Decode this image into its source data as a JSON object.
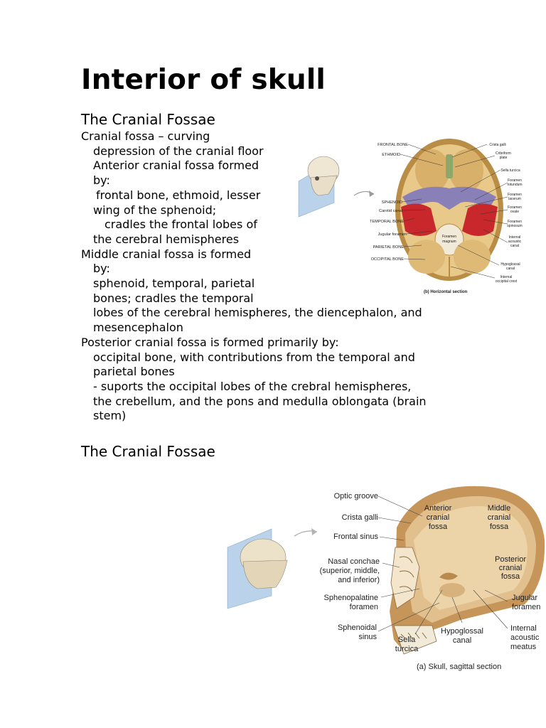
{
  "title": "Interior of skull",
  "section1_heading": "The Cranial Fossae",
  "section2_heading": "The Cranial Fossae",
  "body_lines": [
    "Cranial fossa – curving",
    "depression of the cranial floor",
    "Anterior cranial fossa formed",
    "by:",
    "frontal bone, ethmoid, lesser",
    "wing of the sphenoid;",
    "cradles the frontal lobes of",
    "the cerebral hemispheres",
    "Middle cranial fossa is formed",
    "by:",
    "sphenoid, temporal, parietal",
    "bones; cradles the temporal",
    "lobes of the cerebral hemispheres, the diencephalon, and",
    "mesencephalon",
    "Posterior cranial fossa is formed primarily by:",
    "occipital bone, with contributions from the temporal and",
    "parietal bones",
    "- suports the occipital lobes of the crebral hemispheres,",
    "the crebellum, and the pons and medulla oblongata (brain",
    "stem)"
  ],
  "figure1": {
    "left_labels": [
      "FRONTAL BONE",
      "ETHMOID",
      "SPHENOID",
      "Carotid canal",
      "TEMPORAL BONE",
      "Jugular foramen",
      "PARIETAL BONE",
      "OCCIPITAL BONE"
    ],
    "right_labels": [
      "Crista galli",
      "Cribriform",
      "plate",
      "Sella turcica",
      "Foramen",
      "rotundum",
      "Foramen",
      "lacerum",
      "Foramen",
      "ovale",
      "Foramen",
      "spinosum",
      "Internal",
      "acoustic",
      "canal",
      "Hypoglossal",
      "canal",
      "Internal",
      "occipital crest"
    ],
    "center_label": [
      "Foramen",
      "magnum"
    ],
    "caption": "(b) Horizontal section"
  },
  "figure2": {
    "left_labels": [
      "Optic groove",
      "Crista galli",
      "Frontal sinus",
      "Nasal conchae",
      "(superior, middle,",
      "and inferior)",
      "Sphenopalatine",
      "foramen",
      "Sphenoidal",
      "sinus"
    ],
    "bottom_labels": [
      "Sella",
      "turcica",
      "Hypoglossal",
      "canal"
    ],
    "right_labels": [
      "Jugular",
      "foramen",
      "Internal",
      "acoustic",
      "meatus"
    ],
    "region_labels": [
      "Anterior",
      "cranial",
      "fossa",
      "Middle",
      "cranial",
      "fossa",
      "Posterior",
      "cranial",
      "fossa"
    ],
    "caption": "(a) Skull, sagittal section"
  },
  "colors": {
    "bone": "#e8c98a",
    "bone_dark": "#b98d45",
    "sphenoid": "#8a80b8",
    "temporal": "#c8282c",
    "plane": "#a9c8e6"
  }
}
